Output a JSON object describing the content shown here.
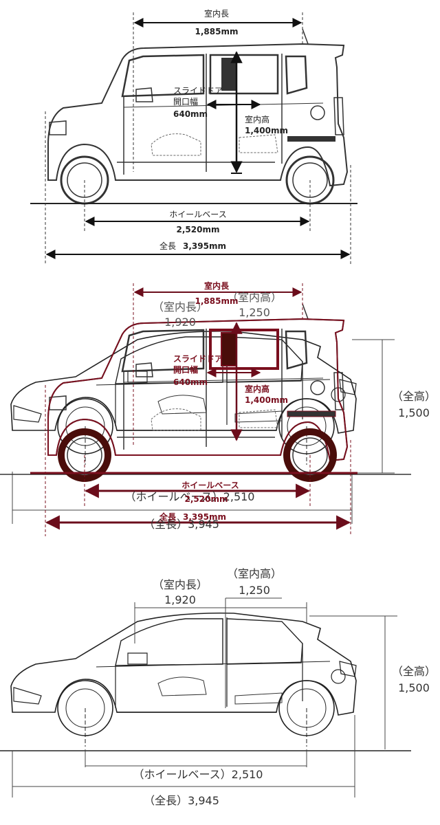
{
  "colors": {
    "van": "#2b2b2b",
    "overlay": "#7a0f1e",
    "hatch": "#4a0d0a",
    "hatchback": "#3a3a3a"
  },
  "van": {
    "interior_length_label": "室内長",
    "interior_length_value": "1,885mm",
    "slide_door_label_1": "スライドドア",
    "slide_door_label_2": "開口幅",
    "slide_door_value": "640mm",
    "interior_height_label": "室内高",
    "interior_height_value": "1,400mm",
    "wheelbase_label": "ホイールベース",
    "wheelbase_value": "2,520mm",
    "overall_length_label": "全長",
    "overall_length_value": "3,395mm"
  },
  "hatchback": {
    "interior_length_label": "（室内長）",
    "interior_length_value": "1,920",
    "interior_height_label": "（室内高）",
    "interior_height_value": "1,250",
    "overall_height_label": "（全高）",
    "overall_height_value": "1,500",
    "wheelbase_text": "（ホイールベース）2,510",
    "overall_length_text": "（全長）3,945"
  }
}
